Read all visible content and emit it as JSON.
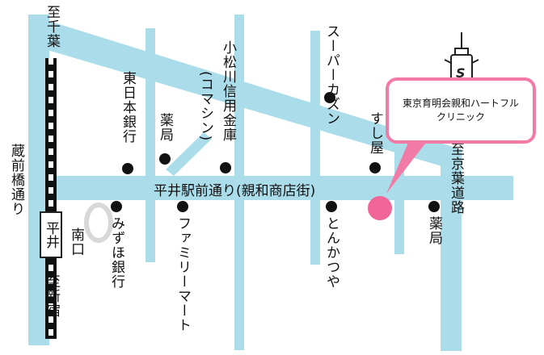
{
  "colors": {
    "road": "#aadcea",
    "rail": "#111111",
    "marker": "#111111",
    "target_marker": "#f06696",
    "callout_border": "#f27aa6",
    "south_exit_ring": "#d8d8d8"
  },
  "railway": {
    "to_north": "至千葉",
    "to_south": "至新宿",
    "station": "平井",
    "south_exit": "南口"
  },
  "roads": {
    "left_road": "蔵前橋通り",
    "main_street": "平井駅前通り(親和商店街)",
    "right_road": "至京葉道路"
  },
  "landmarks": {
    "higashi_nihon_bank": "東日本銀行",
    "pharmacy_north": "薬局",
    "shinkin_bank_line1": "小松川信用金庫",
    "shinkin_bank_line2": "(コマシン)",
    "supermarket": "スーパーカズン",
    "sushi": "すし屋",
    "mizuho_bank": "みずほ銀行",
    "family_mart": "ファミリーマート",
    "tonkatsu": "とんかつや",
    "pharmacy_south": "薬局"
  },
  "clinic": {
    "name_line1": "東京育明会親和ハートフル",
    "name_line2": "クリニック",
    "icon": "syringe-mascot-icon"
  }
}
